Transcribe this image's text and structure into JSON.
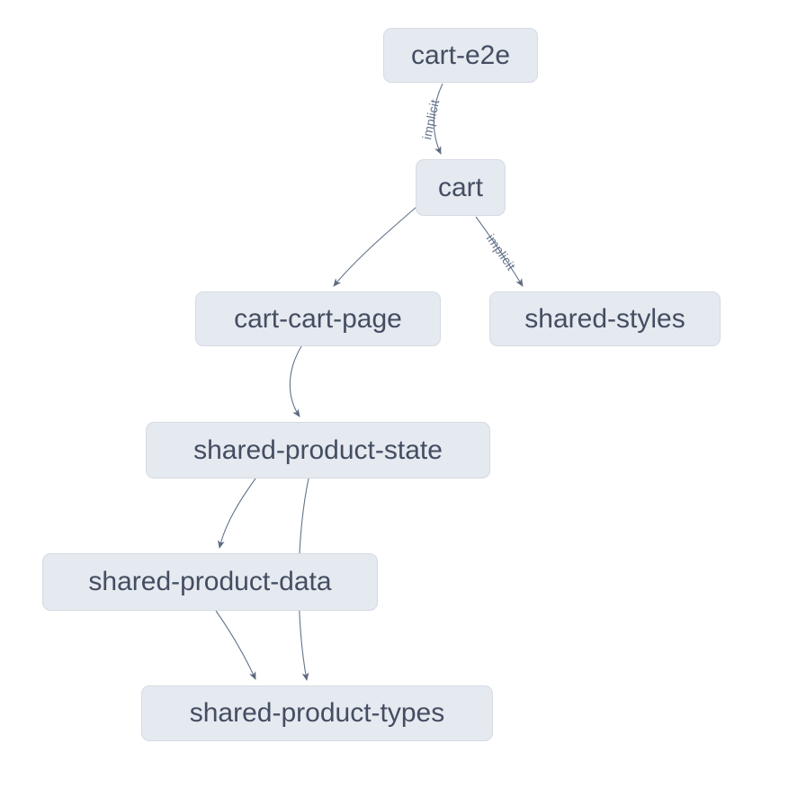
{
  "diagram": {
    "type": "dependency-graph",
    "nodes": [
      {
        "id": "cart-e2e",
        "label": "cart-e2e"
      },
      {
        "id": "cart",
        "label": "cart"
      },
      {
        "id": "cart-cart-page",
        "label": "cart-cart-page"
      },
      {
        "id": "shared-styles",
        "label": "shared-styles"
      },
      {
        "id": "shared-product-state",
        "label": "shared-product-state"
      },
      {
        "id": "shared-product-data",
        "label": "shared-product-data"
      },
      {
        "id": "shared-product-types",
        "label": "shared-product-types"
      }
    ],
    "edges": [
      {
        "from": "cart-e2e",
        "to": "cart",
        "label": "implicit"
      },
      {
        "from": "cart",
        "to": "cart-cart-page",
        "label": ""
      },
      {
        "from": "cart",
        "to": "shared-styles",
        "label": "implicit"
      },
      {
        "from": "cart-cart-page",
        "to": "shared-product-state",
        "label": ""
      },
      {
        "from": "shared-product-state",
        "to": "shared-product-data",
        "label": ""
      },
      {
        "from": "shared-product-state",
        "to": "shared-product-types",
        "label": ""
      },
      {
        "from": "shared-product-data",
        "to": "shared-product-types",
        "label": ""
      }
    ]
  },
  "colors": {
    "background": "#ffffff",
    "node_fill": "#e5e9f0",
    "node_border": "#d6dbe4",
    "node_text": "#444e62",
    "edge": "#64748b"
  }
}
